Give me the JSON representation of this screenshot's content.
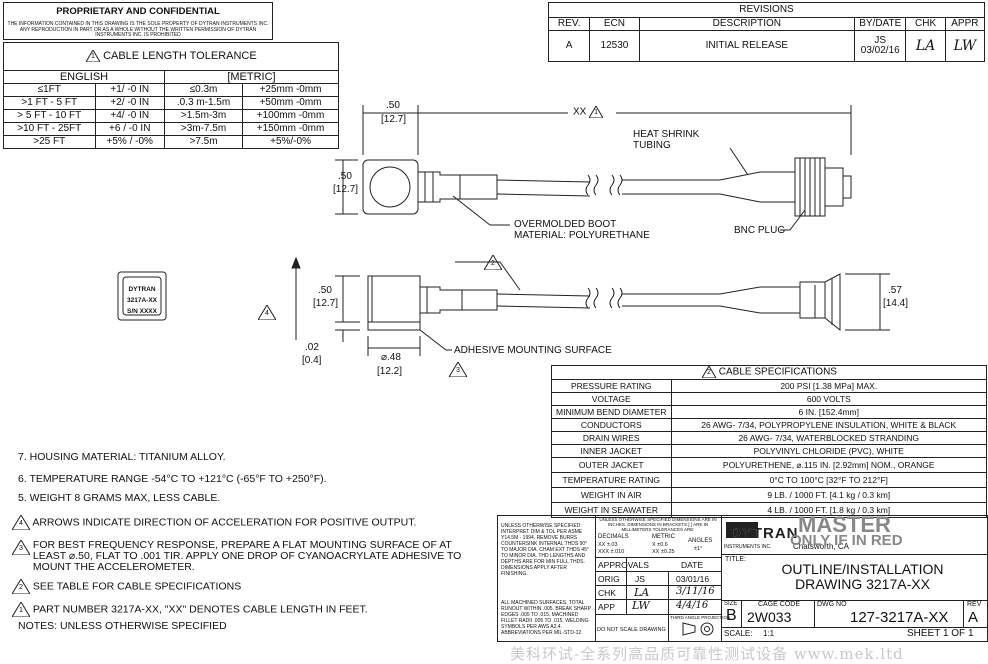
{
  "proprietary": {
    "title": "PROPRIETARY AND CONFIDENTIAL",
    "text": "THE INFORMATION CONTAINED IN THIS DRAWING IS THE SOLE PROPERTY OF DYTRAN INSTRUMENTS INC. ANY REPRODUCTION IN PART OR AS A WHOLE WITHOUT THE WRITTEN PERMISSION OF DYTRAN INSTRUMENTS INC. IS PROHIBITED"
  },
  "tolerance": {
    "marker": "1",
    "title": "CABLE LENGTH TOLERANCE",
    "english_header": "ENGLISH",
    "metric_header": "[METRIC]",
    "rows": [
      [
        "≤1FT",
        "+1/ -0 IN",
        "≤0.3m",
        "+25mm -0mm"
      ],
      [
        ">1 FT - 5 FT",
        "+2/ -0 IN",
        ".0.3 m-1.5m",
        "+50mm -0mm"
      ],
      [
        "> 5 FT - 10 FT",
        "+4/ -0 IN",
        ">1.5m-3m",
        "+100mm -0mm"
      ],
      [
        ">10 FT - 25FT",
        "+6 / -0 IN",
        ">3m-7.5m",
        "+150mm -0mm"
      ],
      [
        ">25 FT",
        "+5% / -0%",
        ">7.5m",
        "+5%/-0%"
      ]
    ]
  },
  "revisions": {
    "title": "REVISIONS",
    "headers": [
      "REV.",
      "ECN",
      "DESCRIPTION",
      "BY/DATE",
      "CHK",
      "APPR"
    ],
    "rows": [
      {
        "rev": "A",
        "ecn": "12530",
        "desc": "INITIAL RELEASE",
        "by": "JS",
        "date": "03/02/16",
        "chk": "LA",
        "appr": "LW"
      }
    ]
  },
  "drawing": {
    "dim_50_top": ".50",
    "dim_127_top": "[12.7]",
    "dim_xx": "XX",
    "dim_xx_marker": "1",
    "heat_shrink_1": "HEAT SHRINK",
    "heat_shrink_2": "TUBING",
    "dim_50_side": ".50",
    "dim_127_side": "[12.7]",
    "boot_1": "OVERMOLDED BOOT",
    "boot_2": "MATERIAL: POLYURETHANE",
    "bnc": "BNC PLUG",
    "marker_2": "2",
    "dim_50_lower": ".50",
    "dim_127_lower": "[12.7]",
    "dim_02": ".02",
    "dim_04": "[0.4]",
    "dim_dia": "⌀.48",
    "dim_dia_mm": "[12.2]",
    "adhesive": "ADHESIVE MOUNTING SURFACE",
    "marker_3": "3",
    "marker_4": "4",
    "dim_57": ".57",
    "dim_144": "[14.4]",
    "label_1": "DYTRAN",
    "label_2": "3217A-XX",
    "label_3": "S/N XXXX"
  },
  "specs": {
    "marker": "2",
    "title": "CABLE SPECIFICATIONS",
    "rows": [
      [
        "PRESSURE RATING",
        "200 PSI [1.38 MPa] MAX."
      ],
      [
        "VOLTAGE",
        "600 VOLTS"
      ],
      [
        "MINIMUM BEND DIAMETER",
        "6 IN. [152.4mm]"
      ],
      [
        "CONDUCTORS",
        "26 AWG- 7/34, POLYPROPYLENE INSULATION, WHITE & BLACK"
      ],
      [
        "DRAIN WIRES",
        "26 AWG- 7/34, WATERBLOCKED STRANDING"
      ],
      [
        "INNER JACKET",
        "POLYVINYL CHLORIDE (PVC), WHITE"
      ],
      [
        "OUTER JACKET",
        "POLYURETHENE, ⌀.115 IN. [2.92mm] NOM., ORANGE"
      ],
      [
        "TEMPERATURE RATING",
        "0°C TO 100°C  [32°F TO 212°F]"
      ],
      [
        "WEIGHT IN AIR",
        "9 LB. / 1000 FT. [4.1 kg / 0.3 km]"
      ],
      [
        "WEIGHT IN SEAWATER",
        "4 LB. / 1000 FT. [1.8 kg / 0.3 km]"
      ]
    ]
  },
  "notes": {
    "n7": "7.  HOUSING MATERIAL:  TITANIUM ALLOY.",
    "n6": "6.  TEMPERATURE RANGE -54°C TO +121°C (-65°F TO +250°F).",
    "n5": "5.  WEIGHT 8 GRAMS MAX, LESS CABLE.",
    "n4": "ARROWS INDICATE DIRECTION OF ACCELERATION FOR POSITIVE OUTPUT.",
    "n3a": "FOR BEST FREQUENCY RESPONSE, PREPARE A FLAT MOUNTING SURFACE OF AT",
    "n3b": "LEAST ⌀.50, FLAT TO .001 TIR.  APPLY ONE DROP OF CYANOACRYLATE ADHESIVE TO",
    "n3c": "MOUNT THE ACCELEROMETER.",
    "n2": "SEE TABLE FOR CABLE SPECIFICATIONS",
    "n1": "PART NUMBER 3217A-XX, \"XX\" DENOTES CABLE LENGTH IN FEET.",
    "footer": "NOTES: UNLESS OTHERWISE SPECIFIED",
    "m4": "4",
    "m3": "3",
    "m2": "2",
    "m1": "1"
  },
  "title_block": {
    "general": "UNLESS OTHERWISE SPECIFIED: INTERPRET DIM & TOL PER ASME Y14.5M - 1994. REMOVE BURRS COUNTERSINK INTERNAL THDS 90° TO MAJOR DIA. CHAM EXT THDS 45° TO MINOR DIA. THD LENGTHS AND DEPTHS ARE FOR MIN FULL THDS. DIMENSIONS APPLY AFTER FINISHING.",
    "machined": "ALL MACHINED SURFACES. TOTAL RUNOUT WITHIN .005. BREAK SHARP EDGES .005 TO .015. MACHINED FILLET RADII .005 TO .015. WELDING SYMBOLS PER AWS A2.4. ABBREVIATIONS PER MIL-STD-12.",
    "tol_head": "UNLESS OTHERWISE SPECIFIED DIMENSIONS ARE IN INCHES. DIMENSIONS IN BRACKETS [ ] ARE IN MILLIMETERS TOLERANCES ARE:",
    "decimals": "DECIMALS",
    "metric": "METRIC",
    "angles": "ANGLES",
    "xx": "XX ±.03",
    "xxx": "XXX ±.010",
    "mx": "X  ±0.6",
    "mxx": "XX ±0.25",
    "ang": "±1°",
    "approvals": "APPROVALS",
    "date": "DATE",
    "orig": "ORIG",
    "orig_by": "JS",
    "orig_date": "03/01/16",
    "chk": "CHK",
    "chk_by": "LA",
    "chk_date": "3/11/16",
    "app": "APP",
    "app_by": "LW",
    "app_date": "4/4/16",
    "third_angle": "THIRD ANGLE PROJECTION",
    "do_not_scale": "DO NOT SCALE DRAWING",
    "company": "DYTRAN",
    "instruments": "INSTRUMENTS INC.",
    "location": "Chatsworth, CA",
    "master": "MASTER",
    "only_red": "ONLY IF IN RED",
    "title_label": "TITLE:",
    "title_1": "OUTLINE/INSTALLATION",
    "title_2": "DRAWING 3217A-XX",
    "size_label": "SIZE",
    "size": "B",
    "cage_label": "CAGE CODE",
    "cage": "2W033",
    "dwg_label": "DWG NO",
    "dwg": "127-3217A-XX",
    "rev_label": "REV",
    "rev": "A",
    "scale_label": "SCALE:",
    "scale": "1:1",
    "sheet": "SHEET 1 OF  1"
  },
  "watermark": "美科环试-全系列高品质可靠性测试设备 www.mek.ltd"
}
